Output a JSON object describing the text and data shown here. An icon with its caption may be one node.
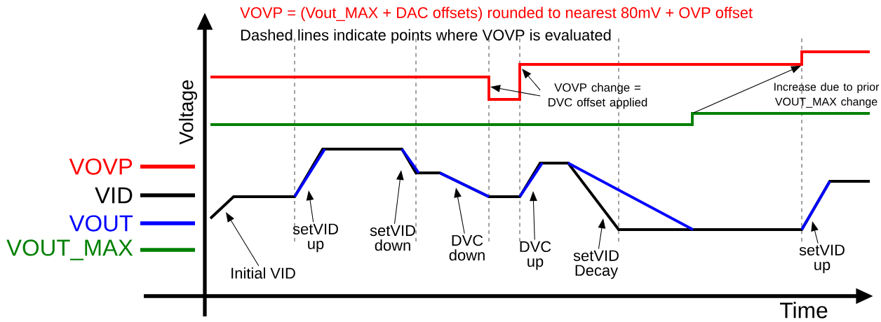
{
  "diagram": {
    "nodes": [
      {
        "text": [
          "Initial VID"
        ]
      },
      {
        "text": [
          "setVID up"
        ]
      },
      {
        "text": [
          "setVID down"
        ]
      },
      {
        "text": [
          "DVC down"
        ]
      },
      {
        "text": [
          "DVC up"
        ]
      },
      {
        "text": [
          "setVID Decay"
        ]
      },
      {
        "text": [
          "setVID up"
        ]
      },
      {
        "text": [
          "VOVP change = DVC offset applied"
        ]
      }
    ],
    "edges": [
      {
        "from": 0,
        "to": null,
        "arrow": "to"
      },
      {
        "from": 1,
        "to": null,
        "arrow": "to"
      },
      {
        "from": 2,
        "to": null,
        "arrow": "to"
      },
      {
        "from": 3,
        "to": null,
        "arrow": "to"
      },
      {
        "from": 4,
        "to": null,
        "arrow": "to"
      },
      {
        "from": 5,
        "to": null,
        "arrow": "to"
      },
      {
        "from": 6,
        "to": null,
        "arrow": "to"
      },
      {
        "from": 7,
        "to": null,
        "arrow": "to"
      },
      {
        "from": 7,
        "to": null,
        "arrow": "to"
      }
    ],
    "labels": [
      "VOVP = (Vout_MAX + DAC offsets) rounded to nearest 80mV + OVP offset",
      "Dashed lines indicate points where VOVP is evaluated",
      "Voltage",
      "Time",
      "Increase due to prior VOUT_MAX change"
    ],
    "legend": [
      {
        "text": "VOVP"
      },
      {
        "text": "VID"
      },
      {
        "text": "VOUT"
      },
      {
        "text": "VOUT_MAX"
      }
    ]
  }
}
